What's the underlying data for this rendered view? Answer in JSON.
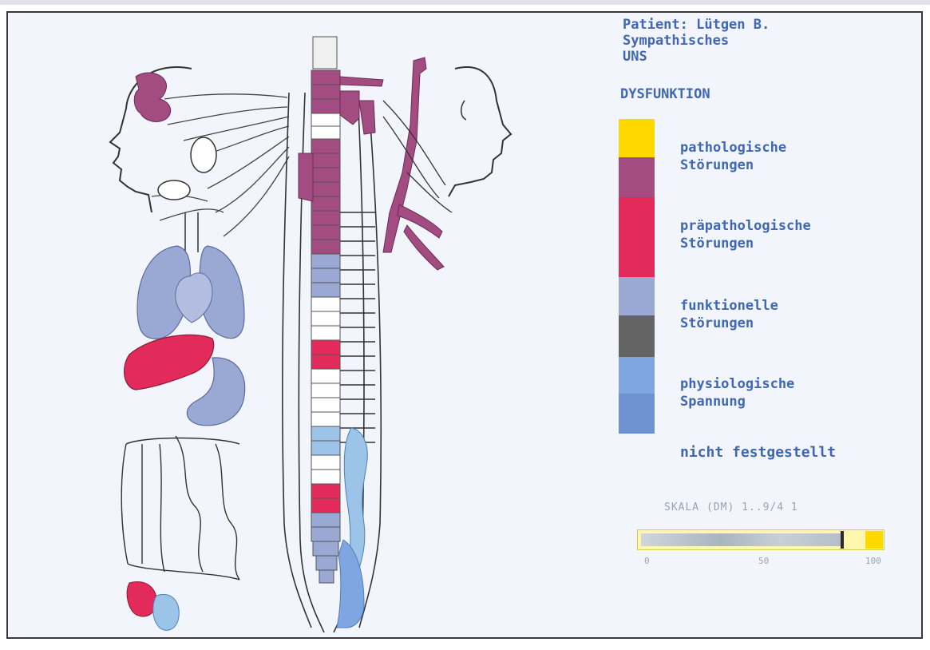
{
  "header": {
    "patient": "Patient: Lütgen B.",
    "line2": "Sympathisches",
    "line3": "UNS"
  },
  "legend": {
    "title": "DYSFUNKTION",
    "items": [
      {
        "label_1": "pathologische",
        "label_2": "Störungen",
        "colors": [
          "#ffd800",
          "#a34c82"
        ]
      },
      {
        "label_1": "präpathologische",
        "label_2": "Störungen",
        "colors": [
          "#e32b5b",
          "#e32b5b"
        ]
      },
      {
        "label_1": "funktionelle",
        "label_2": "Störungen",
        "colors": [
          "#9aa8d4",
          "#646464"
        ]
      },
      {
        "label_1": "physiologische",
        "label_2": "Spannung",
        "colors": [
          "#7fa6e0",
          "#6f93d2"
        ]
      }
    ],
    "not_determined": "nicht festgestellt"
  },
  "scale": {
    "caption": "SKALA (DM) 1..9/4 1",
    "fraction": 0.9,
    "ticks": [
      "0",
      "50",
      "100"
    ]
  },
  "colors": {
    "text": "#3f67b3",
    "pathological": "#a34c82",
    "prepathological": "#e32b5b",
    "functional": "#9aa8d4",
    "physiological": "#7fa6e0",
    "dark": "#646464",
    "highlight": "#ffd800"
  }
}
